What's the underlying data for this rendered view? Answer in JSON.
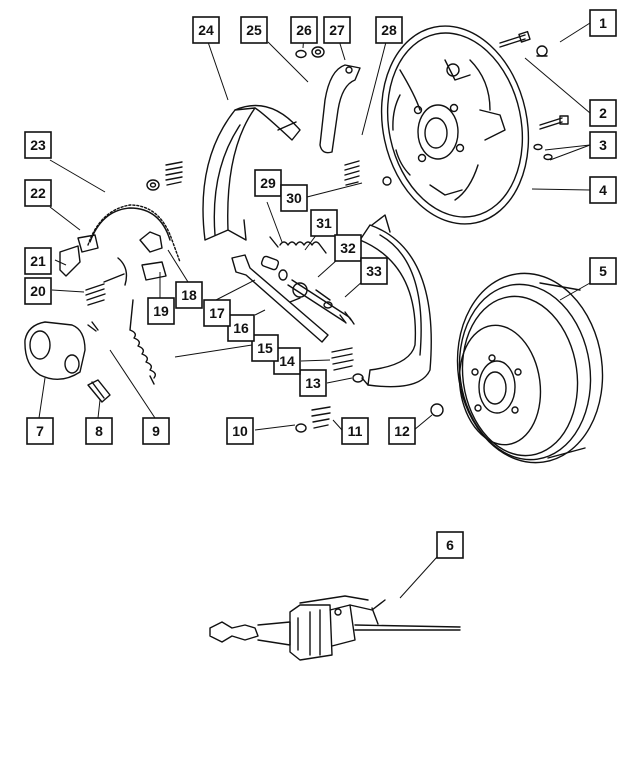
{
  "colors": {
    "line": "#111111",
    "paper": "#ffffff"
  },
  "callouts": [
    {
      "id": "c1",
      "label": "1"
    },
    {
      "id": "c2",
      "label": "2"
    },
    {
      "id": "c3",
      "label": "3"
    },
    {
      "id": "c4",
      "label": "4"
    },
    {
      "id": "c5",
      "label": "5"
    },
    {
      "id": "c6",
      "label": "6"
    },
    {
      "id": "c7",
      "label": "7"
    },
    {
      "id": "c8",
      "label": "8"
    },
    {
      "id": "c9",
      "label": "9"
    },
    {
      "id": "c10",
      "label": "10"
    },
    {
      "id": "c11",
      "label": "11"
    },
    {
      "id": "c12",
      "label": "12"
    },
    {
      "id": "c13",
      "label": "13"
    },
    {
      "id": "c14",
      "label": "14"
    },
    {
      "id": "c15",
      "label": "15"
    },
    {
      "id": "c16",
      "label": "16"
    },
    {
      "id": "c17",
      "label": "17"
    },
    {
      "id": "c18",
      "label": "18"
    },
    {
      "id": "c19",
      "label": "19"
    },
    {
      "id": "c20",
      "label": "20"
    },
    {
      "id": "c21",
      "label": "21"
    },
    {
      "id": "c22",
      "label": "22"
    },
    {
      "id": "c23",
      "label": "23"
    },
    {
      "id": "c24",
      "label": "24"
    },
    {
      "id": "c25",
      "label": "25"
    },
    {
      "id": "c26",
      "label": "26"
    },
    {
      "id": "c27",
      "label": "27"
    },
    {
      "id": "c28",
      "label": "28"
    },
    {
      "id": "c29",
      "label": "29"
    },
    {
      "id": "c30",
      "label": "30"
    },
    {
      "id": "c31",
      "label": "31"
    },
    {
      "id": "c32",
      "label": "32"
    },
    {
      "id": "c33",
      "label": "33"
    }
  ]
}
